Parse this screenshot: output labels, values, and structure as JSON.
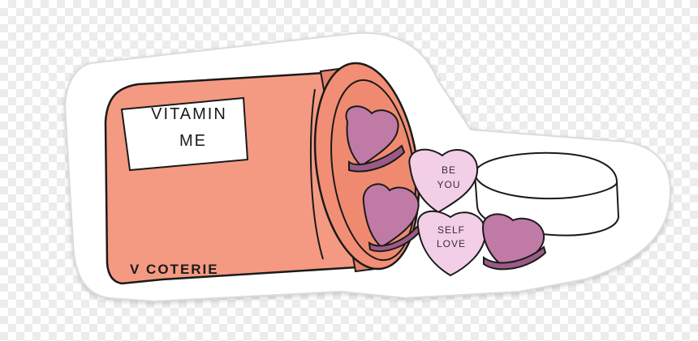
{
  "sticker": {
    "label_line1": "VITAMIN",
    "label_line2": "ME",
    "brand": "V COTERIE",
    "candy1_line1": "BE",
    "candy1_line2": "YOU",
    "candy2_line1": "SELF",
    "candy2_line2": "LOVE"
  },
  "colors": {
    "bottle": "#f49a82",
    "bottle_dark": "#e6826b",
    "candy_purple": "#c07aa6",
    "candy_pink": "#f2cfe6",
    "outline": "#1a1a1a",
    "label_bg": "#ffffff"
  }
}
